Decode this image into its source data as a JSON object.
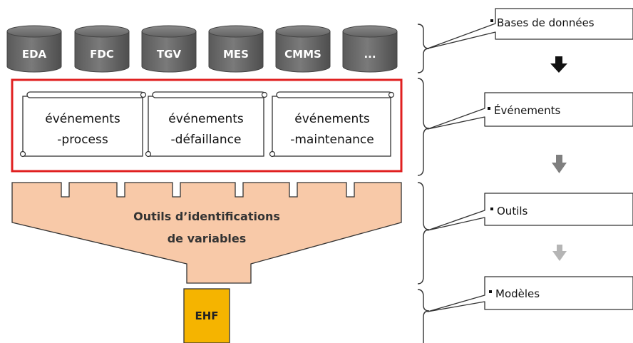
{
  "databases": [
    "EDA",
    "FDC",
    "TGV",
    "MES",
    "CMMS",
    "..."
  ],
  "events": [
    {
      "line1": "événements",
      "line2": "-process"
    },
    {
      "line1": "événements",
      "line2": "-défaillance"
    },
    {
      "line1": "événements",
      "line2": "-maintenance"
    }
  ],
  "funnel": {
    "line1": "Outils d’identifications",
    "line2": "de variables"
  },
  "output": {
    "label": "EHF"
  },
  "callouts": [
    "Bases de données",
    "Événements",
    "Outils",
    "Modèles"
  ],
  "colors": {
    "cylinder": "#6b6b6b",
    "event_border": "#e02020",
    "funnel_fill": "#f8c9a8",
    "output_fill": "#f5b400",
    "arrow_dark": "#111111",
    "arrow_mid": "#7f7f7f",
    "arrow_light": "#b5b5b5"
  }
}
